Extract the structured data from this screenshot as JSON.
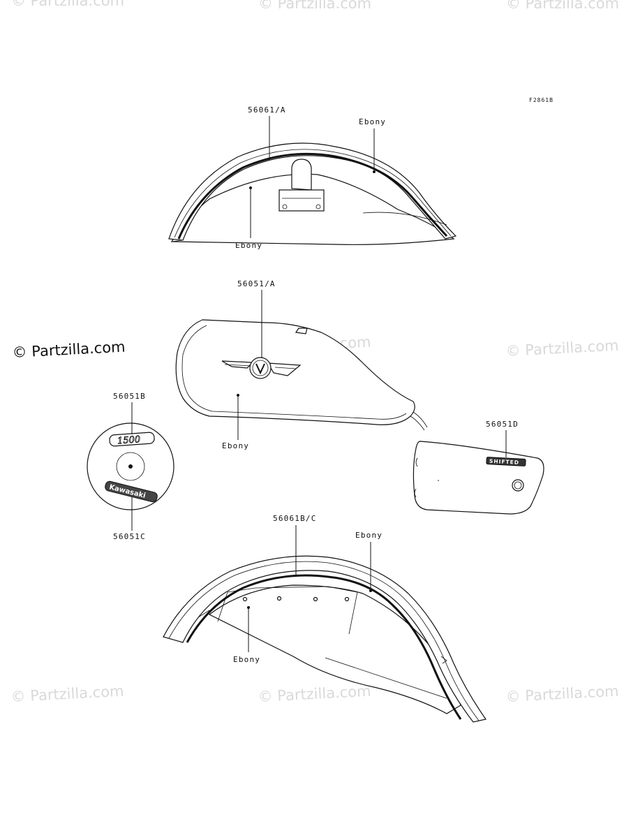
{
  "figure_code": "F2861B",
  "copyright": "© Partzilla.com",
  "watermark": "© Partzilla.com",
  "callouts": {
    "front_fender_part": "56061/A",
    "front_fender_color_top": "Ebony",
    "front_fender_color_bottom": "Ebony",
    "tank_part": "56051/A",
    "tank_color": "Ebony",
    "emblem_top_part": "56051B",
    "emblem_bottom_part": "56051C",
    "emblem_number_text": "1500",
    "emblem_brand_text": "Kawasaki",
    "side_cover_part": "56051D",
    "side_cover_badge_text": "SHIFTED",
    "rear_fender_part": "56061B/C",
    "rear_fender_color_top": "Ebony",
    "rear_fender_color_bottom": "Ebony"
  }
}
